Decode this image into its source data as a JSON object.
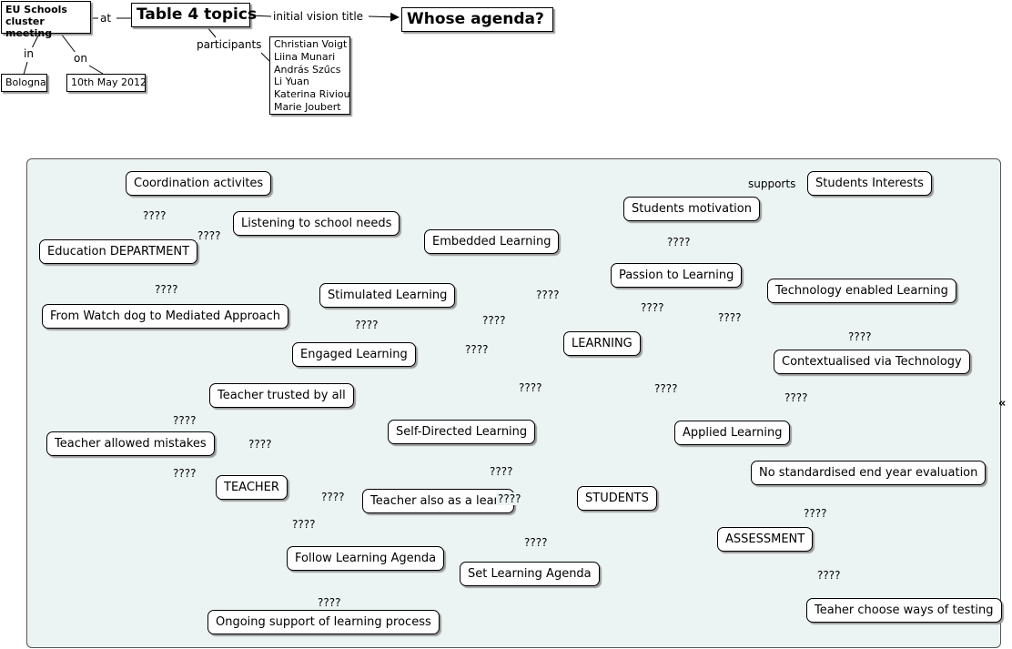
{
  "header": {
    "meeting": "EU Schools\ncluster meeting",
    "topic": "Table 4 topics",
    "vision": "Whose agenda?",
    "city": "Bologna",
    "date": "10th May 2012",
    "link_at": "at",
    "link_in": "in",
    "link_on": "on",
    "link_participants": "participants",
    "link_vision": "initial vision title",
    "participants": [
      "Christian Voigt",
      "Liina Munari",
      "András Szűcs",
      "Li Yuan",
      "Katerina Riviou",
      "Marie Joubert"
    ]
  },
  "nodes": {
    "coordination": "Coordination activites",
    "listening": "Listening to school  needs",
    "education": "Education DEPARTMENT",
    "watchdog": "From Watch dog to Mediated Approach",
    "embedded": "Embedded Learning",
    "stimulated": "Stimulated Learning",
    "engaged": "Engaged Learning",
    "learning": "LEARNING",
    "motivation": "Students motivation",
    "interests": "Students Interests",
    "passion": "Passion to Learning",
    "tech": "Technology enabled Learning",
    "context": "Contextualised via Technology",
    "applied": "Applied Learning",
    "trusted": "Teacher trusted by all",
    "mistakes": "Teacher allowed mistakes",
    "teacher": "TEACHER",
    "selfdirected": "Self-Directed Learning",
    "alsolearn": "Teacher also as a learn",
    "students": "STUDENTS",
    "followagenda": "Follow Learning Agenda",
    "setagenda": "Set Learning Agenda",
    "ongoing": "Ongoing support of learning process",
    "nostandard": "No standardised end year evaluation",
    "assessment": "ASSESSMENT",
    "testing": "Teaher choose ways of testing"
  },
  "link_labels": {
    "unknown": "????",
    "supports": "supports"
  },
  "collapse_icon": "«"
}
